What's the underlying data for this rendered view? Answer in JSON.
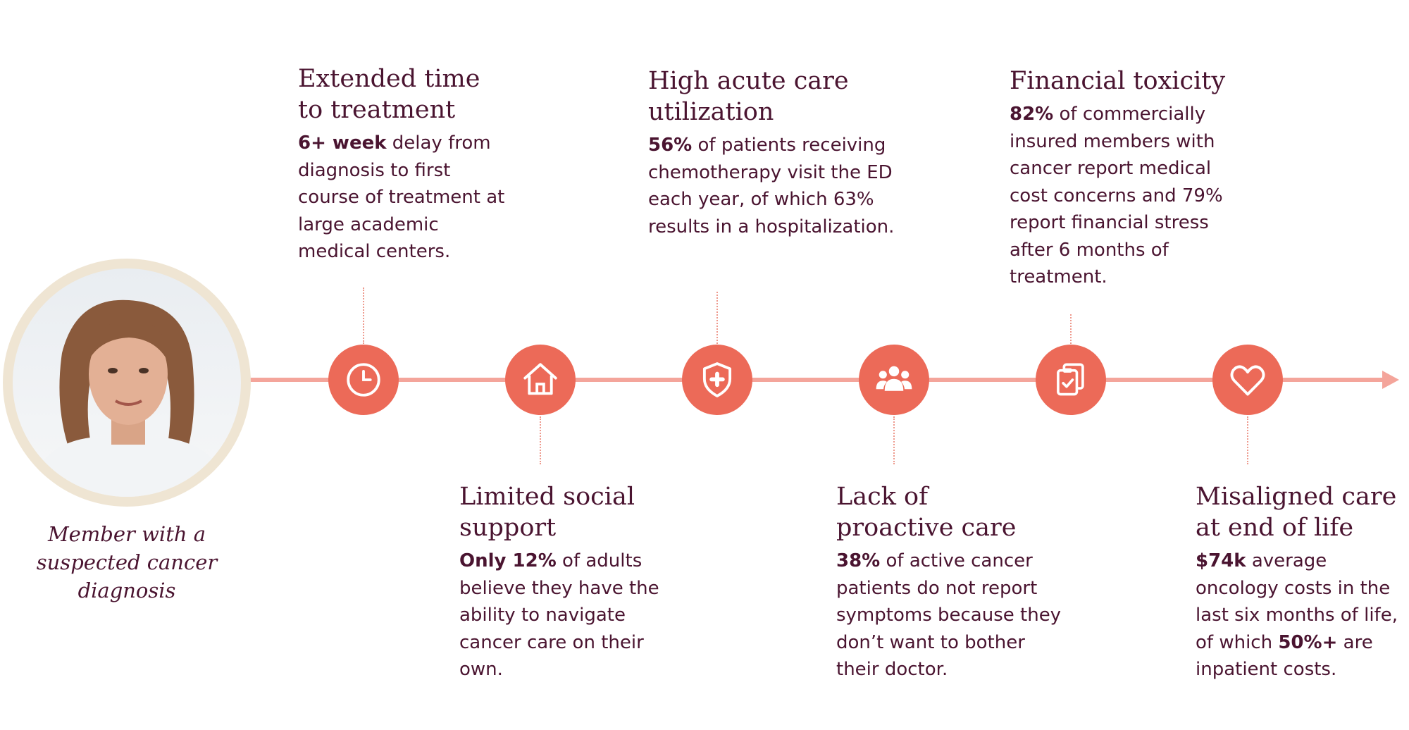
{
  "member": {
    "caption_lines": [
      "Member with a",
      "suspected cancer",
      "diagnosis"
    ]
  },
  "colors": {
    "accent": "#ec6a58",
    "line": "#f4a59b",
    "text": "#4a1430",
    "portrait_frame": "#efe5d3"
  },
  "milestones": [
    {
      "icon": "clock-icon",
      "title_lines": [
        "Extended time",
        "to treatment"
      ],
      "body": {
        "bold1": "6+ week",
        "text1": " delay from diagnosis to first course of treatment at large academic medical centers.",
        "bold2": "",
        "text2": ""
      }
    },
    {
      "icon": "house-icon",
      "title_lines": [
        "Limited social",
        "support"
      ],
      "body": {
        "bold1": "Only 12%",
        "text1": " of adults believe they have the ability to navigate cancer care on their own.",
        "bold2": "",
        "text2": ""
      }
    },
    {
      "icon": "shield-plus-icon",
      "title_lines": [
        "High acute care",
        "utilization"
      ],
      "body": {
        "bold1": "56%",
        "text1": " of patients receiving chemotherapy visit the ED each year, of which 63% results in a hospitalization.",
        "bold2": "",
        "text2": ""
      }
    },
    {
      "icon": "group-icon",
      "title_lines": [
        "Lack of",
        "proactive care"
      ],
      "body": {
        "bold1": "38%",
        "text1": " of active cancer patients do not report symptoms because they don’t want to bother their doctor.",
        "bold2": "",
        "text2": ""
      }
    },
    {
      "icon": "clipboard-check-icon",
      "title_lines": [
        "Financial toxicity"
      ],
      "body": {
        "bold1": "82%",
        "text1": " of commercially insured members  with cancer report medical cost concerns and 79% report financial stress after 6 months of treatment.",
        "bold2": "",
        "text2": ""
      }
    },
    {
      "icon": "heart-icon",
      "title_lines": [
        "Misaligned care",
        "at end of life"
      ],
      "body": {
        "bold1": "$74k",
        "text1": " average oncology costs in the last six months of life, of which ",
        "bold2": "50%+",
        "text2": " are inpatient costs."
      }
    }
  ]
}
